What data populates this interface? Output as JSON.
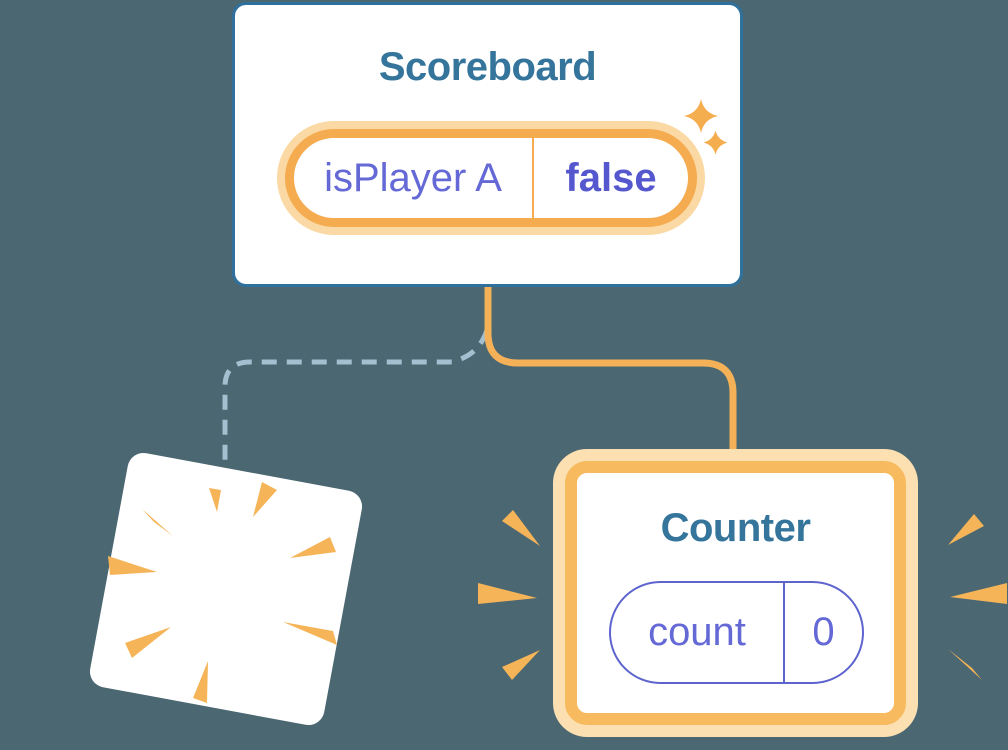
{
  "colors": {
    "background": "#4B6771",
    "card_border_blue": "#30709C",
    "title_blue": "#35759B",
    "purple": "#6469D6",
    "purple_bold": "#5457CE",
    "pill_indigo": "#5E64CE",
    "pill_orange": "#F5AB50",
    "pill_glow": "#FBD9A4",
    "counter_orange": "#F8BA5F",
    "counter_glow": "#FCE0B2",
    "connector_orange": "#F5B158",
    "dash_blue": "#A3BFD0",
    "ray_orange": "#F6B458",
    "spark_orange": "#F5AE4F"
  },
  "scoreboard": {
    "title": "Scoreboard",
    "state": {
      "label": "isPlayer A",
      "value": "false"
    }
  },
  "counter": {
    "title": "Counter",
    "state": {
      "label": "count",
      "value": "0"
    }
  },
  "icons": {
    "sparkles_icon": "two four-point sparkle stars",
    "burst_icon": "radial poof burst rays",
    "emphasis_rays_icon": "side emphasis rays"
  }
}
